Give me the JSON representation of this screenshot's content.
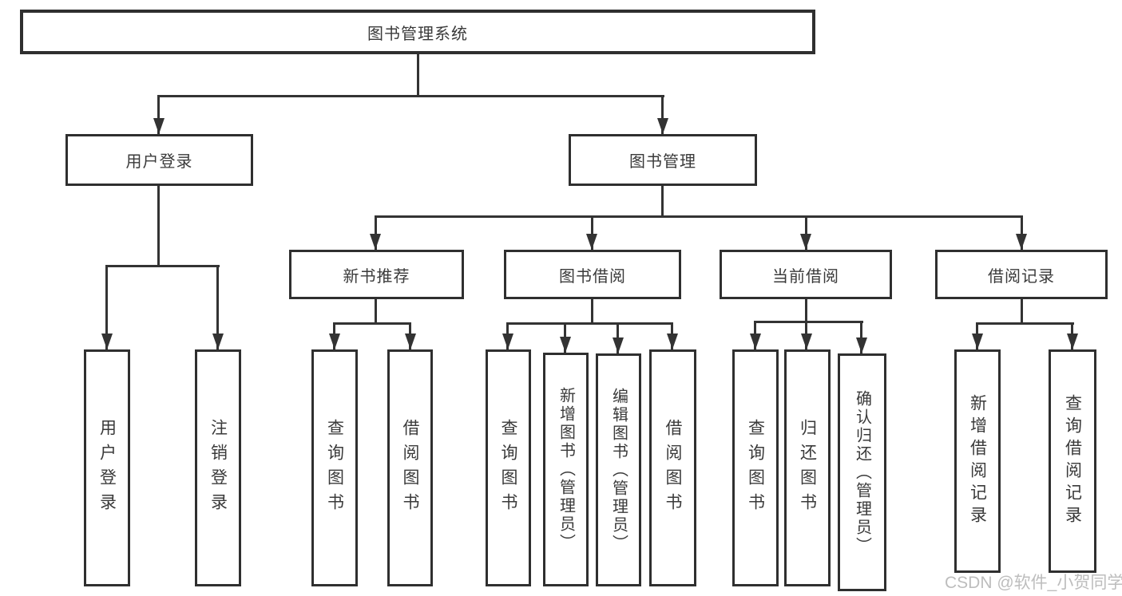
{
  "diagram": {
    "root_label": "图书管理系统",
    "level2": {
      "user_login": "用户登录",
      "book_mgmt": "图书管理"
    },
    "level3": {
      "new_book_rec": "新书推荐",
      "book_borrow": "图书借阅",
      "current_borrow": "当前借阅",
      "borrow_records": "借阅记录"
    },
    "leaves": {
      "user_login": [
        "用户登录",
        "注销登录"
      ],
      "new_book_rec": [
        "查询图书",
        "借阅图书"
      ],
      "book_borrow": [
        "查询图书",
        "新增图书（管理员）",
        "编辑图书（管理员）",
        "借阅图书"
      ],
      "current_borrow": [
        "查询图书",
        "归还图书",
        "确认归还（管理员）"
      ],
      "borrow_records": [
        "新增借阅记录",
        "查询借阅记录"
      ]
    }
  },
  "watermark": "CSDN @软件_小贺同学",
  "colors": {
    "line": "#333333",
    "text": "#3a3a3a",
    "watermark": "#bdbdbd",
    "background": "#ffffff"
  }
}
